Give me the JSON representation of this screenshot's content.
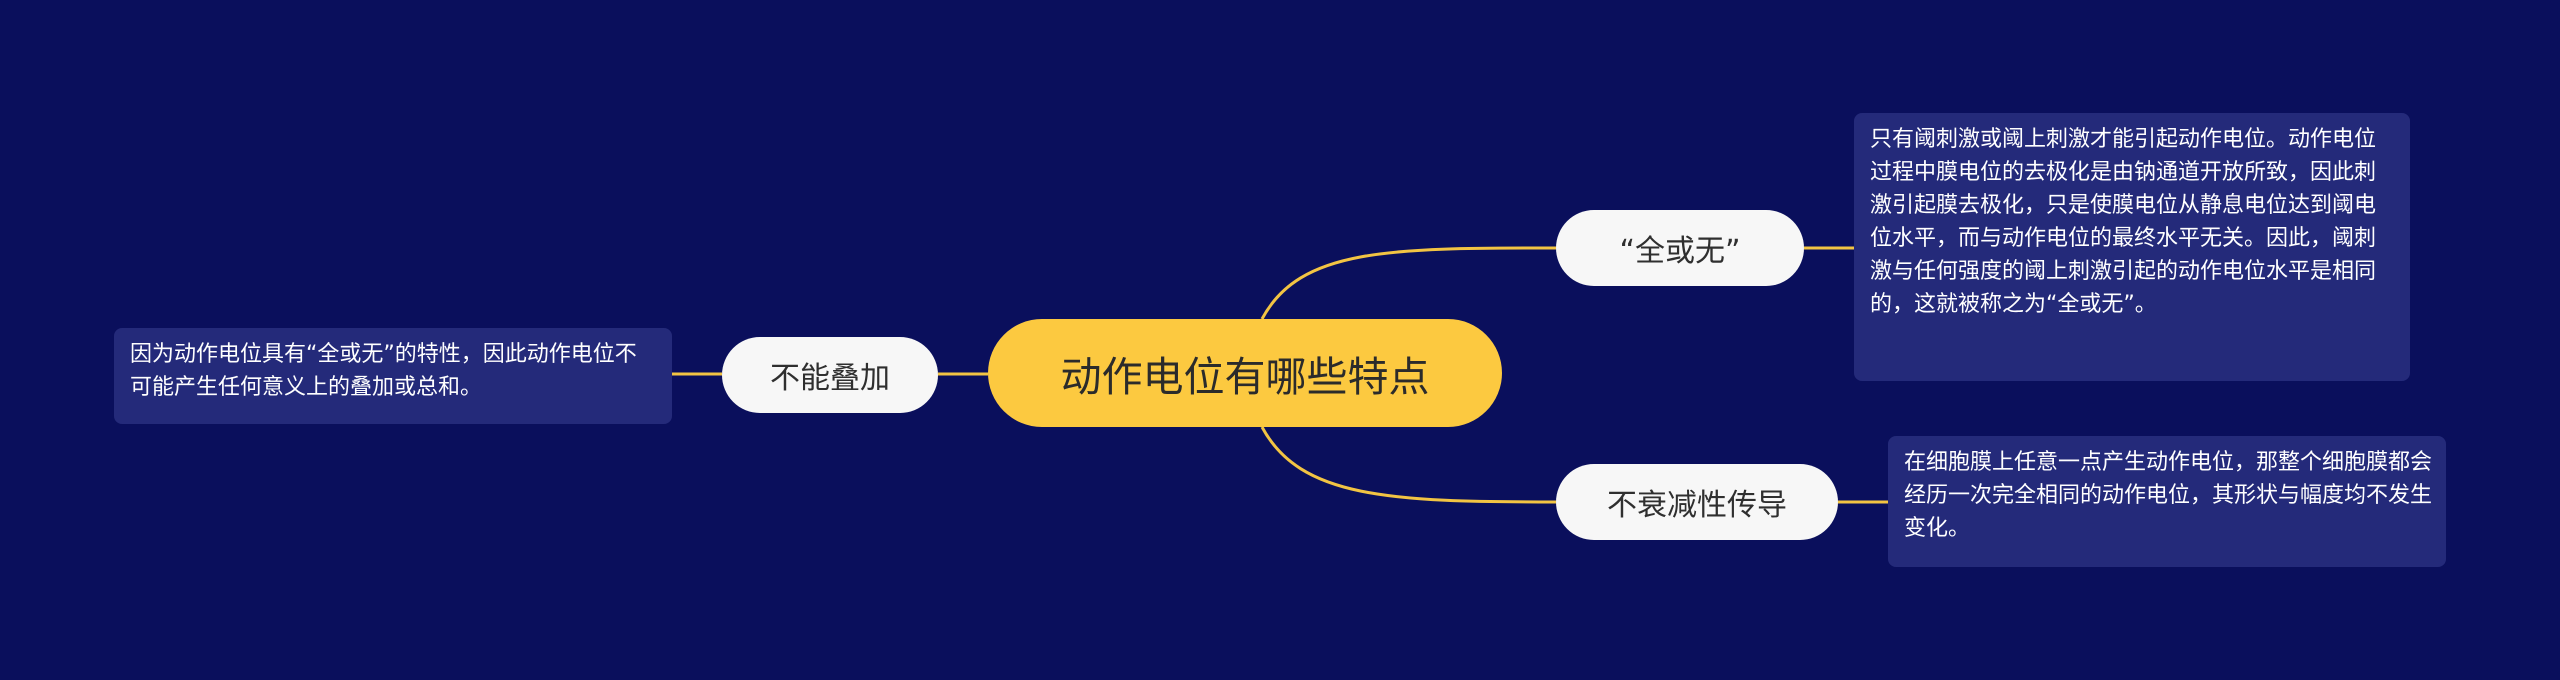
{
  "center": {
    "label": "动作电位有哪些特点"
  },
  "branches": [
    {
      "label": "不能叠加",
      "description": "因为动作电位具有“全或无”的特性，因此动作电位不可能产生任何意义上的叠加或总和。"
    },
    {
      "label": "“全或无”",
      "description": "只有阈刺激或阈上刺激才能引起动作电位。动作电位过程中膜电位的去极化是由钠通道开放所致，因此刺激引起膜去极化，只是使膜电位从静息电位达到阈电位水平，而与动作电位的最终水平无关。因此，阈刺激与任何强度的阈上刺激引起的动作电位水平是相同的，这就被称之为“全或无”。"
    },
    {
      "label": "不衰减性传导",
      "description": "在细胞膜上任意一点产生动作电位，那整个细胞膜都会经历一次完全相同的动作电位，其形状与幅度均不发生变化。"
    }
  ],
  "colors": {
    "background": "#0a0f5c",
    "center_fill": "#fcc940",
    "branch_fill": "#f7f7f7",
    "leaf_fill": "#242a7a",
    "connector": "#f2c443"
  }
}
